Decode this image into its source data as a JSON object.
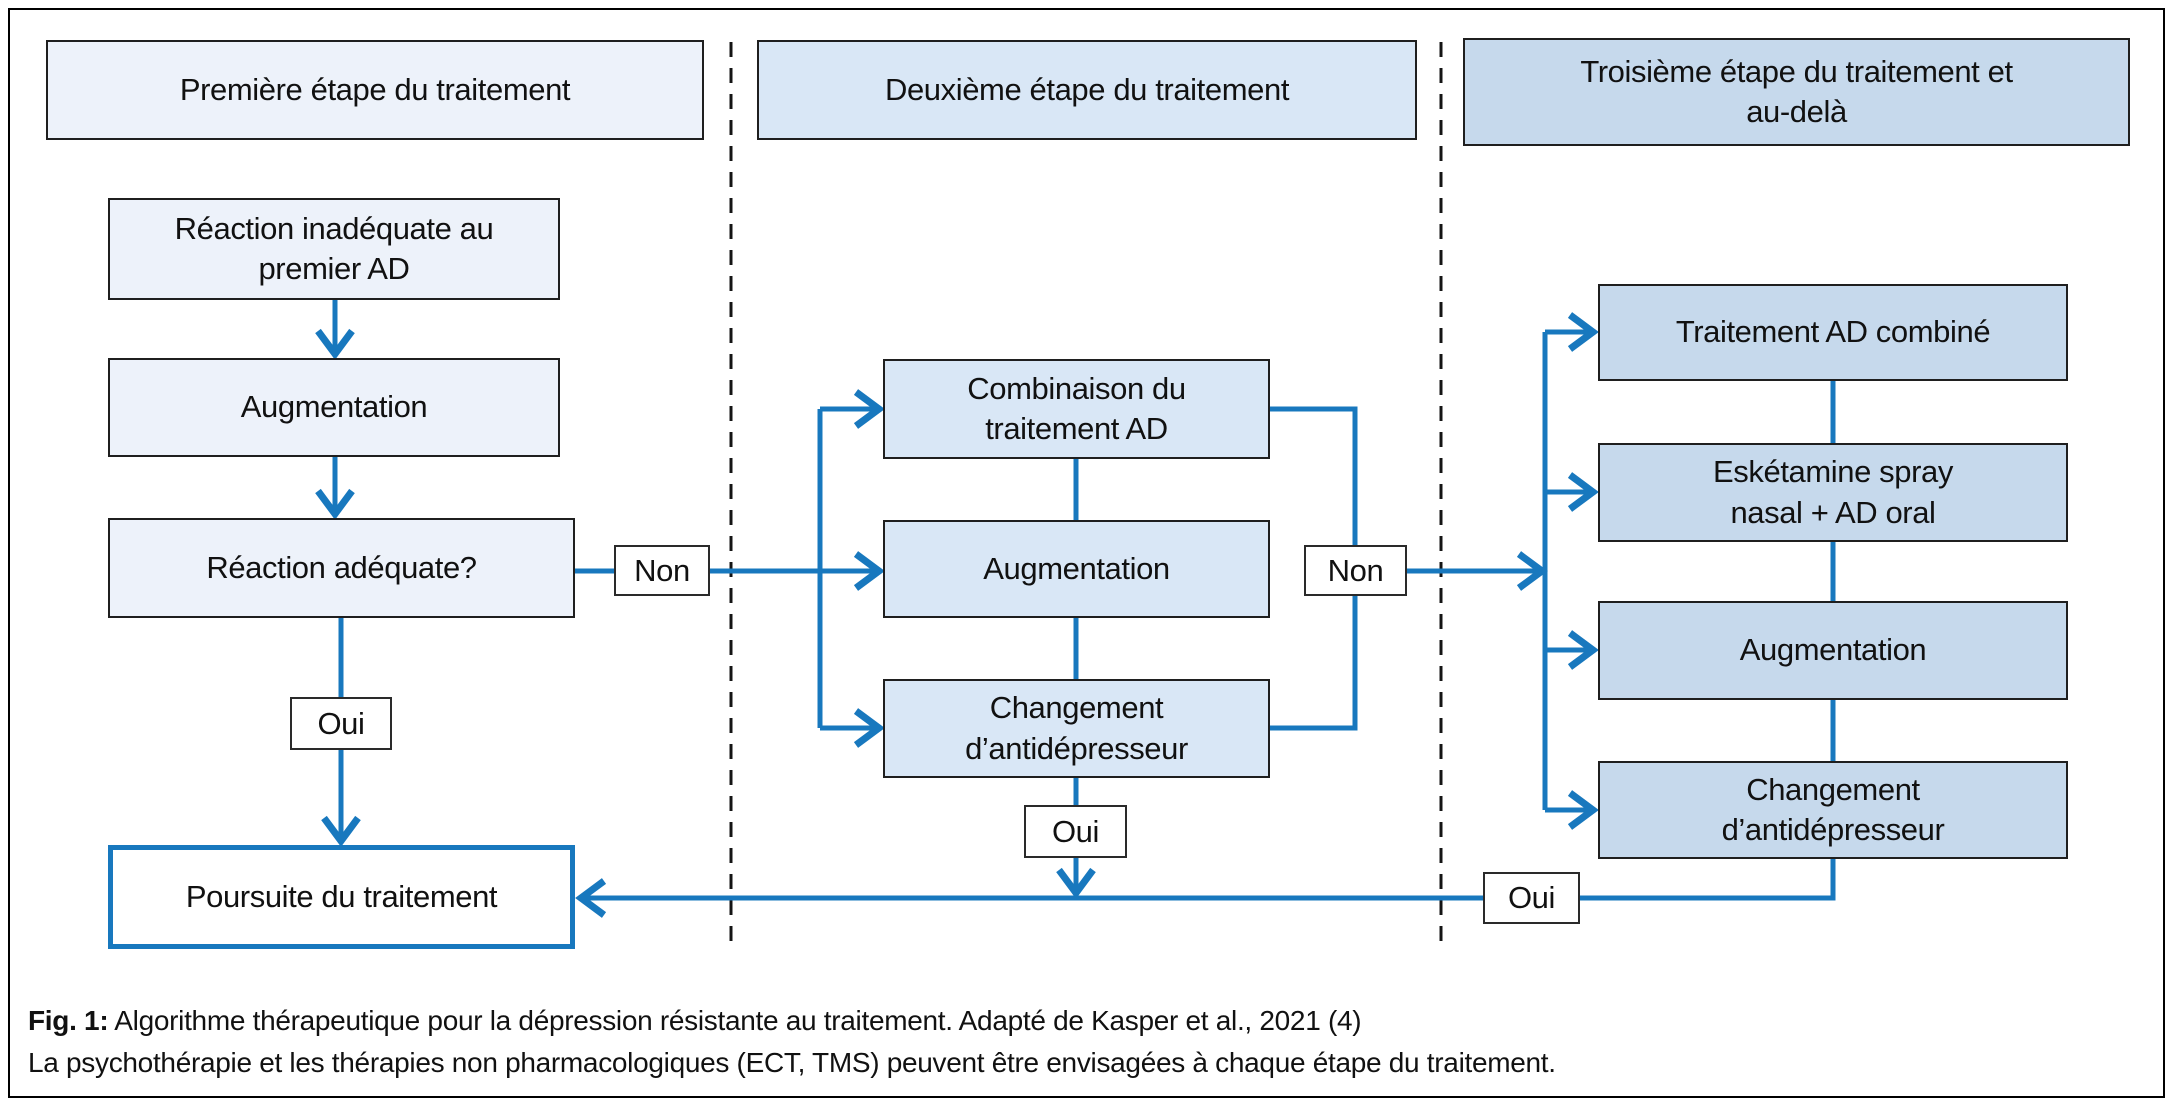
{
  "diagram": {
    "headers": [
      {
        "lines": [
          "Première étape du traitement"
        ]
      },
      {
        "lines": [
          "Deuxième étape du traitement"
        ]
      },
      {
        "lines": [
          "Troisième étape du traitement et",
          "au-delà"
        ]
      }
    ],
    "col1": {
      "inadequate": {
        "lines": [
          "Réaction inadéquate au",
          "premier AD"
        ]
      },
      "augmentation": {
        "lines": [
          "Augmentation"
        ]
      },
      "adequate": {
        "lines": [
          "Réaction adéquate?"
        ]
      },
      "continue": {
        "lines": [
          "Poursuite du traitement"
        ]
      },
      "non": "Non",
      "oui": "Oui"
    },
    "col2": {
      "combination": {
        "lines": [
          "Combinaison du",
          "traitement AD"
        ]
      },
      "augmentation": {
        "lines": [
          "Augmentation"
        ]
      },
      "switch": {
        "lines": [
          "Changement",
          "d’antidépresseur"
        ]
      },
      "non": "Non",
      "oui": "Oui"
    },
    "col3": {
      "combined": {
        "lines": [
          "Traitement AD combiné"
        ]
      },
      "esketamine": {
        "lines": [
          "Eskétamine spray",
          "nasal + AD oral"
        ]
      },
      "augmentation": {
        "lines": [
          "Augmentation"
        ]
      },
      "switch": {
        "lines": [
          "Changement",
          "d’antidépresseur"
        ]
      },
      "oui": "Oui"
    },
    "colors": {
      "arrow_blue": "#1878be",
      "col1_fill": "#edf2fa",
      "col2_fill": "#d9e7f6",
      "col3_fill": "#c6d9ec",
      "box_border": "#1f1f1f"
    }
  },
  "caption": {
    "label": "Fig. 1:",
    "line1": " Algorithme thérapeutique pour la dépression résistante au traitement. Adapté de Kasper et al., 2021 (4)",
    "line2": "La psychothérapie et les thérapies non pharmacologiques (ECT, TMS) peuvent être envisagées à chaque étape du traitement."
  }
}
